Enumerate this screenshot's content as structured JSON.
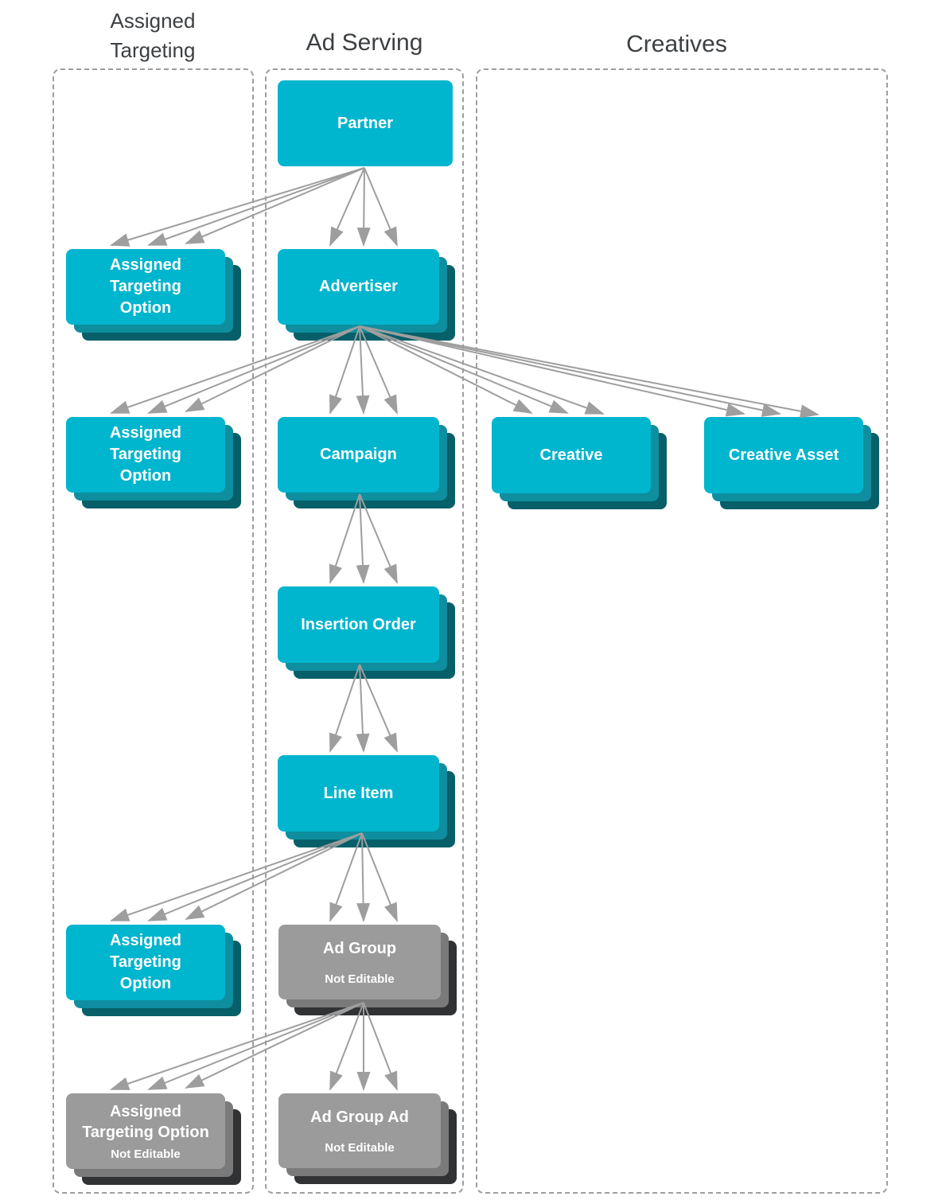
{
  "columns": [
    {
      "label": "Assigned Targeting"
    },
    {
      "label": "Ad Serving"
    },
    {
      "label": "Creatives"
    }
  ],
  "nodes": {
    "partner": {
      "label": "Partner"
    },
    "advertiser": {
      "label": "Advertiser"
    },
    "ato1": {
      "label": "Assigned Targeting Option"
    },
    "ato2": {
      "label": "Assigned Targeting Option"
    },
    "campaign": {
      "label": "Campaign"
    },
    "creative": {
      "label": "Creative"
    },
    "creative_asset": {
      "label": "Creative Asset"
    },
    "insertion_order": {
      "label": "Insertion Order"
    },
    "line_item": {
      "label": "Line Item"
    },
    "ato3": {
      "label": "Assigned Targeting Option"
    },
    "ad_group": {
      "label": "Ad Group",
      "sublabel": "Not Editable"
    },
    "ato_ne": {
      "label": "Assigned Targeting Option",
      "sublabel": "Not Editable"
    },
    "ad_group_ad": {
      "label": "Ad Group Ad",
      "sublabel": "Not Editable"
    }
  },
  "edges": [
    {
      "from": "partner",
      "to": "advertiser",
      "type": "one-to-many"
    },
    {
      "from": "partner",
      "to": "ato1",
      "type": "one-to-many"
    },
    {
      "from": "advertiser",
      "to": "ato2",
      "type": "one-to-many"
    },
    {
      "from": "advertiser",
      "to": "campaign",
      "type": "one-to-many"
    },
    {
      "from": "advertiser",
      "to": "creative",
      "type": "one-to-many"
    },
    {
      "from": "advertiser",
      "to": "creative_asset",
      "type": "one-to-many"
    },
    {
      "from": "campaign",
      "to": "insertion_order",
      "type": "one-to-many"
    },
    {
      "from": "insertion_order",
      "to": "line_item",
      "type": "one-to-many"
    },
    {
      "from": "line_item",
      "to": "ato3",
      "type": "one-to-many"
    },
    {
      "from": "line_item",
      "to": "ad_group",
      "type": "one-to-many"
    },
    {
      "from": "ad_group",
      "to": "ato_ne",
      "type": "one-to-many"
    },
    {
      "from": "ad_group",
      "to": "ad_group_ad",
      "type": "one-to-many"
    }
  ],
  "colors": {
    "box_cyan": "#00B5CE",
    "box_cyan_mid": "#0E8E9E",
    "box_cyan_dark": "#065F69",
    "box_gray": "#9B9B9B",
    "box_gray_mid": "#7A7A7A",
    "box_gray_dark": "#303234",
    "arrow": "#9E9E9E",
    "column_border": "#9E9E9E",
    "header_text": "#3C4043",
    "box_text": "#FFFFFF"
  }
}
